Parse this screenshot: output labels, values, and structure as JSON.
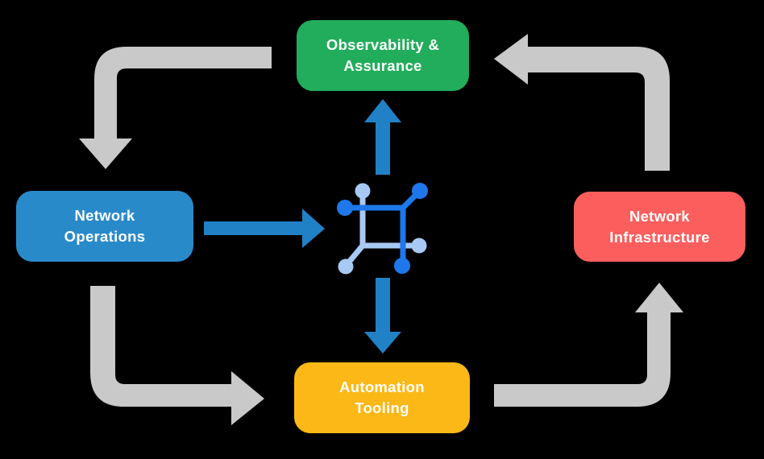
{
  "diagram": {
    "background_color": "#000000",
    "nodes": [
      {
        "id": "observability-assurance",
        "label": "Observability &\nAssurance",
        "color": "#21AD5B"
      },
      {
        "id": "network-operations",
        "label": "Network\nOperations",
        "color": "#298ACA"
      },
      {
        "id": "network-infrastructure",
        "label": "Network\nInfrastructure",
        "color": "#FC5E5E"
      },
      {
        "id": "automation-tooling",
        "label": "Automation\nTooling",
        "color": "#FBB816"
      }
    ],
    "colors": {
      "cycle_arrow": "#C9C9C9",
      "hub_arrow": "#2181C6",
      "icon_dark": "#1E78EC",
      "icon_light": "#A8C9F4",
      "node_text": "#FFFFFF"
    },
    "hub_icon": "network-automation-icon",
    "flows": [
      {
        "from": "observability-assurance",
        "to": "network-operations",
        "style": "cycle"
      },
      {
        "from": "network-operations",
        "to": "automation-tooling",
        "style": "cycle"
      },
      {
        "from": "automation-tooling",
        "to": "network-infrastructure",
        "style": "cycle"
      },
      {
        "from": "network-infrastructure",
        "to": "observability-assurance",
        "style": "cycle"
      },
      {
        "from": "network-operations",
        "to": "hub",
        "style": "hub"
      },
      {
        "from": "hub",
        "to": "observability-assurance",
        "style": "hub"
      },
      {
        "from": "hub",
        "to": "automation-tooling",
        "style": "hub"
      }
    ]
  }
}
